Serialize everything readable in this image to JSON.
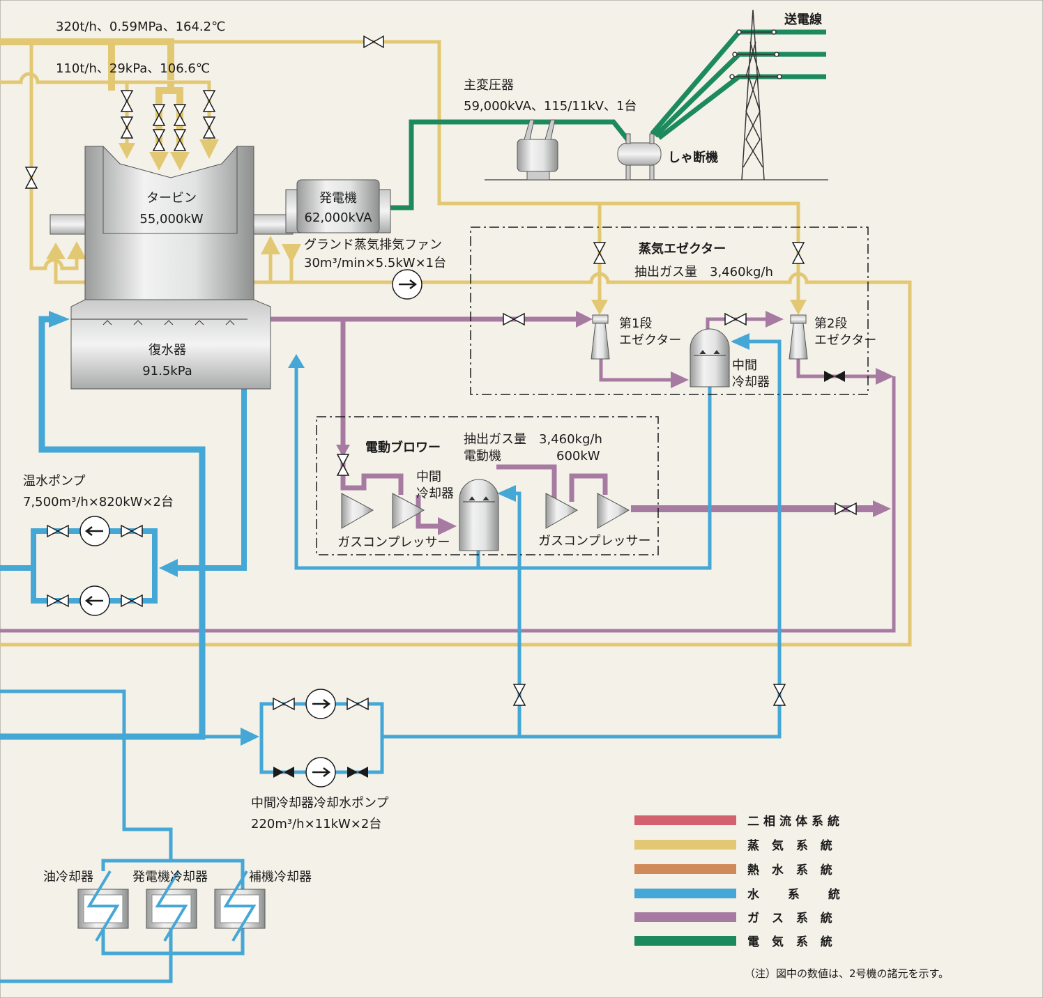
{
  "colors": {
    "steam": "#e3c874",
    "water": "#45a7d6",
    "gas": "#a77aa2",
    "electric": "#1d8a5e",
    "two_phase": "#d2636e",
    "hot_water": "#d08a5a",
    "equipment": "#cfd0d0"
  },
  "top": {
    "steam_hp": "320t/h、0.59MPa、164.2℃",
    "steam_lp": "110t/h、29kPa、106.6℃"
  },
  "turbine": {
    "name": "タービン",
    "rating": "55,000kW"
  },
  "generator": {
    "name": "発電機",
    "rating": "62,000kVA"
  },
  "transformer": {
    "name": "主変圧器",
    "spec": "59,000kVA、115/11kV、1台"
  },
  "breaker": {
    "name": "しゃ断機"
  },
  "transmission": {
    "name": "送電線"
  },
  "gland_fan": {
    "name": "グランド蒸気排気ファン",
    "spec": "30m³/min×5.5kW×1台"
  },
  "steam_ejector": {
    "title": "蒸気エゼクター",
    "gas_amount": "抽出ガス量　3,460kg/h",
    "stage1_a": "第1段",
    "stage1_b": "エゼクター",
    "stage2_a": "第2段",
    "stage2_b": "エゼクター",
    "intercooler_a": "中間",
    "intercooler_b": "冷却器"
  },
  "condenser": {
    "name": "復水器",
    "pressure": "91.5kPa"
  },
  "blower": {
    "title": "電動ブロワー",
    "gas_amount": "抽出ガス量　3,460kg/h",
    "motor_label": "電動機",
    "motor_value": "600kW",
    "intercooler_a": "中間",
    "intercooler_b": "冷却器",
    "compressor_left": "ガスコンプレッサー",
    "compressor_right": "ガスコンプレッサー"
  },
  "hot_water_pump": {
    "name": "温水ポンプ",
    "spec": "7,500m³/h×820kW×2台"
  },
  "cooling_pump": {
    "name": "中間冷却器冷却水ポンプ",
    "spec": "220m³/h×11kW×2台"
  },
  "coolers": {
    "oil": "油冷却器",
    "generator": "発電機冷却器",
    "aux": "補機冷却器"
  },
  "legend": [
    {
      "label": "二相流体系統",
      "color": "#d2636e"
    },
    {
      "label": "蒸 気 系 統",
      "color": "#e3c874"
    },
    {
      "label": "熱 水 系 統",
      "color": "#d08a5a"
    },
    {
      "label": "水　 系　 統",
      "color": "#45a7d6"
    },
    {
      "label": "ガ ス 系 統",
      "color": "#a77aa2"
    },
    {
      "label": "電 気 系 統",
      "color": "#1d8a5e"
    }
  ],
  "note": "（注）図中の数値は、2号機の諸元を示す。"
}
